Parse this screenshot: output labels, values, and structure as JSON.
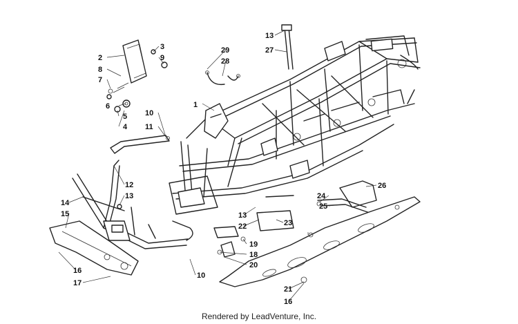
{
  "footer": {
    "credit": "Rendered by LeadVenture, Inc."
  },
  "callouts": [
    {
      "id": "c1",
      "label": "1"
    },
    {
      "id": "c2",
      "label": "2"
    },
    {
      "id": "c3",
      "label": "3"
    },
    {
      "id": "c4",
      "label": "4"
    },
    {
      "id": "c5",
      "label": "5"
    },
    {
      "id": "c6",
      "label": "6"
    },
    {
      "id": "c7",
      "label": "7"
    },
    {
      "id": "c8",
      "label": "8"
    },
    {
      "id": "c9",
      "label": "9"
    },
    {
      "id": "c10a",
      "label": "10"
    },
    {
      "id": "c10b",
      "label": "10"
    },
    {
      "id": "c11",
      "label": "11"
    },
    {
      "id": "c12",
      "label": "12"
    },
    {
      "id": "c13a",
      "label": "13"
    },
    {
      "id": "c13b",
      "label": "13"
    },
    {
      "id": "c13c",
      "label": "13"
    },
    {
      "id": "c14",
      "label": "14"
    },
    {
      "id": "c15",
      "label": "15"
    },
    {
      "id": "c16a",
      "label": "16"
    },
    {
      "id": "c16b",
      "label": "16"
    },
    {
      "id": "c17",
      "label": "17"
    },
    {
      "id": "c18",
      "label": "18"
    },
    {
      "id": "c19",
      "label": "19"
    },
    {
      "id": "c20",
      "label": "20"
    },
    {
      "id": "c21",
      "label": "21"
    },
    {
      "id": "c22",
      "label": "22"
    },
    {
      "id": "c23",
      "label": "23"
    },
    {
      "id": "c24",
      "label": "24"
    },
    {
      "id": "c25",
      "label": "25"
    },
    {
      "id": "c26",
      "label": "26"
    },
    {
      "id": "c27",
      "label": "27"
    },
    {
      "id": "c28",
      "label": "28"
    },
    {
      "id": "c29",
      "label": "29"
    }
  ]
}
